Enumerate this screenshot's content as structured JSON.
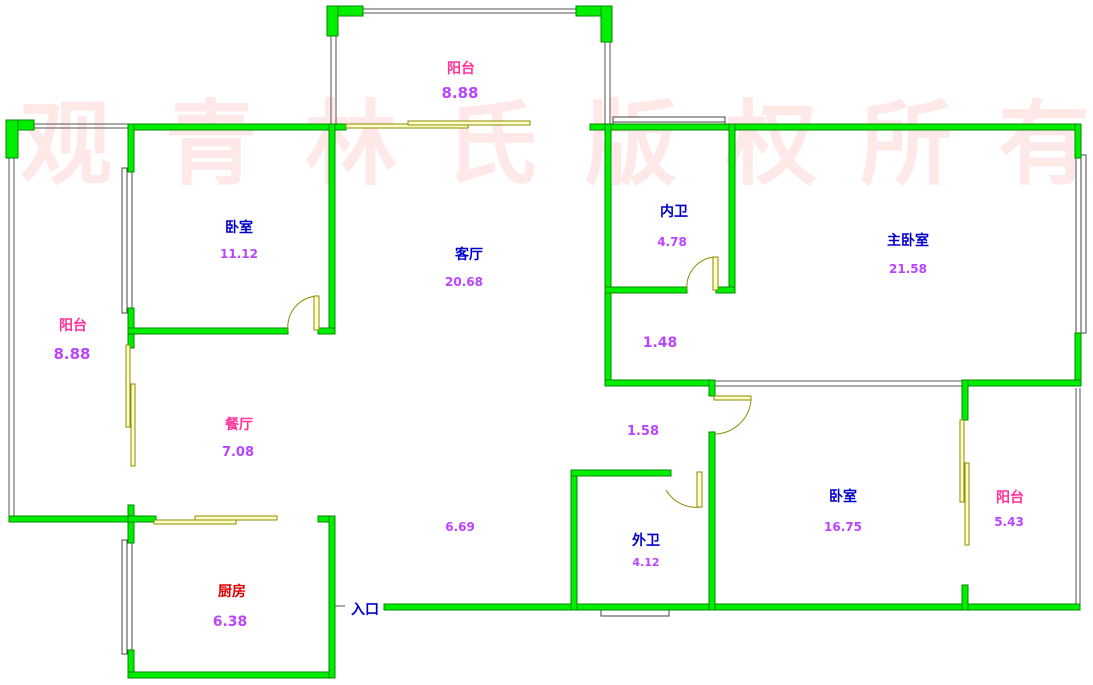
{
  "watermark": [
    "观",
    "青",
    "林",
    "氏",
    "版",
    "权",
    "所",
    "有"
  ],
  "rooms": [
    {
      "key": "balcony_top",
      "name": "阳台",
      "area": "8.88"
    },
    {
      "key": "bedroom_1",
      "name": "卧室",
      "area": "11.12"
    },
    {
      "key": "living",
      "name": "客厅",
      "area": "20.68"
    },
    {
      "key": "inner_bath",
      "name": "内卫",
      "area": "4.78"
    },
    {
      "key": "master_bedroom",
      "name": "主卧室",
      "area": "21.58"
    },
    {
      "key": "balcony_left",
      "name": "阳台",
      "area": "8.88"
    },
    {
      "key": "hall_area",
      "name": "",
      "area": "1.48"
    },
    {
      "key": "dining",
      "name": "餐厅",
      "area": "7.08"
    },
    {
      "key": "corridor",
      "name": "",
      "area": "1.58"
    },
    {
      "key": "bedroom_2",
      "name": "卧室",
      "area": "16.75"
    },
    {
      "key": "balcony_right",
      "name": "阳台",
      "area": "5.43"
    },
    {
      "key": "entry_area",
      "name": "",
      "area": "6.69"
    },
    {
      "key": "outer_bath",
      "name": "外卫",
      "area": "4.12"
    },
    {
      "key": "kitchen",
      "name": "厨房",
      "area": "6.38"
    }
  ],
  "entrance": "入口",
  "colors": {
    "wall": "#00ee00",
    "wall_edge": "#008800",
    "door": "#8b8b00",
    "balcony_name": "#ff3399",
    "room_name": "#0000cc",
    "kitchen_name": "#dd0000",
    "area": "#bb44ff",
    "watermark": "#ffd6d6"
  }
}
